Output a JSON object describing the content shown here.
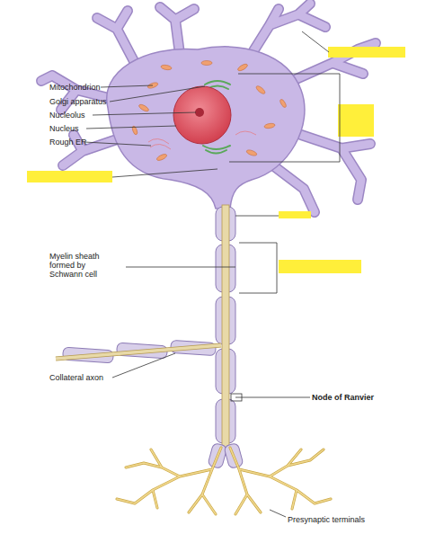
{
  "diagram": {
    "labels": [
      "Mitochondrion",
      "Golgi apparatus",
      "Nucleolus",
      "Nucleus",
      "Rough ER",
      "Myelin sheath formed by Schwann cell",
      "Collateral axon",
      "Node of Ranvier",
      "Presynaptic terminals"
    ]
  }
}
